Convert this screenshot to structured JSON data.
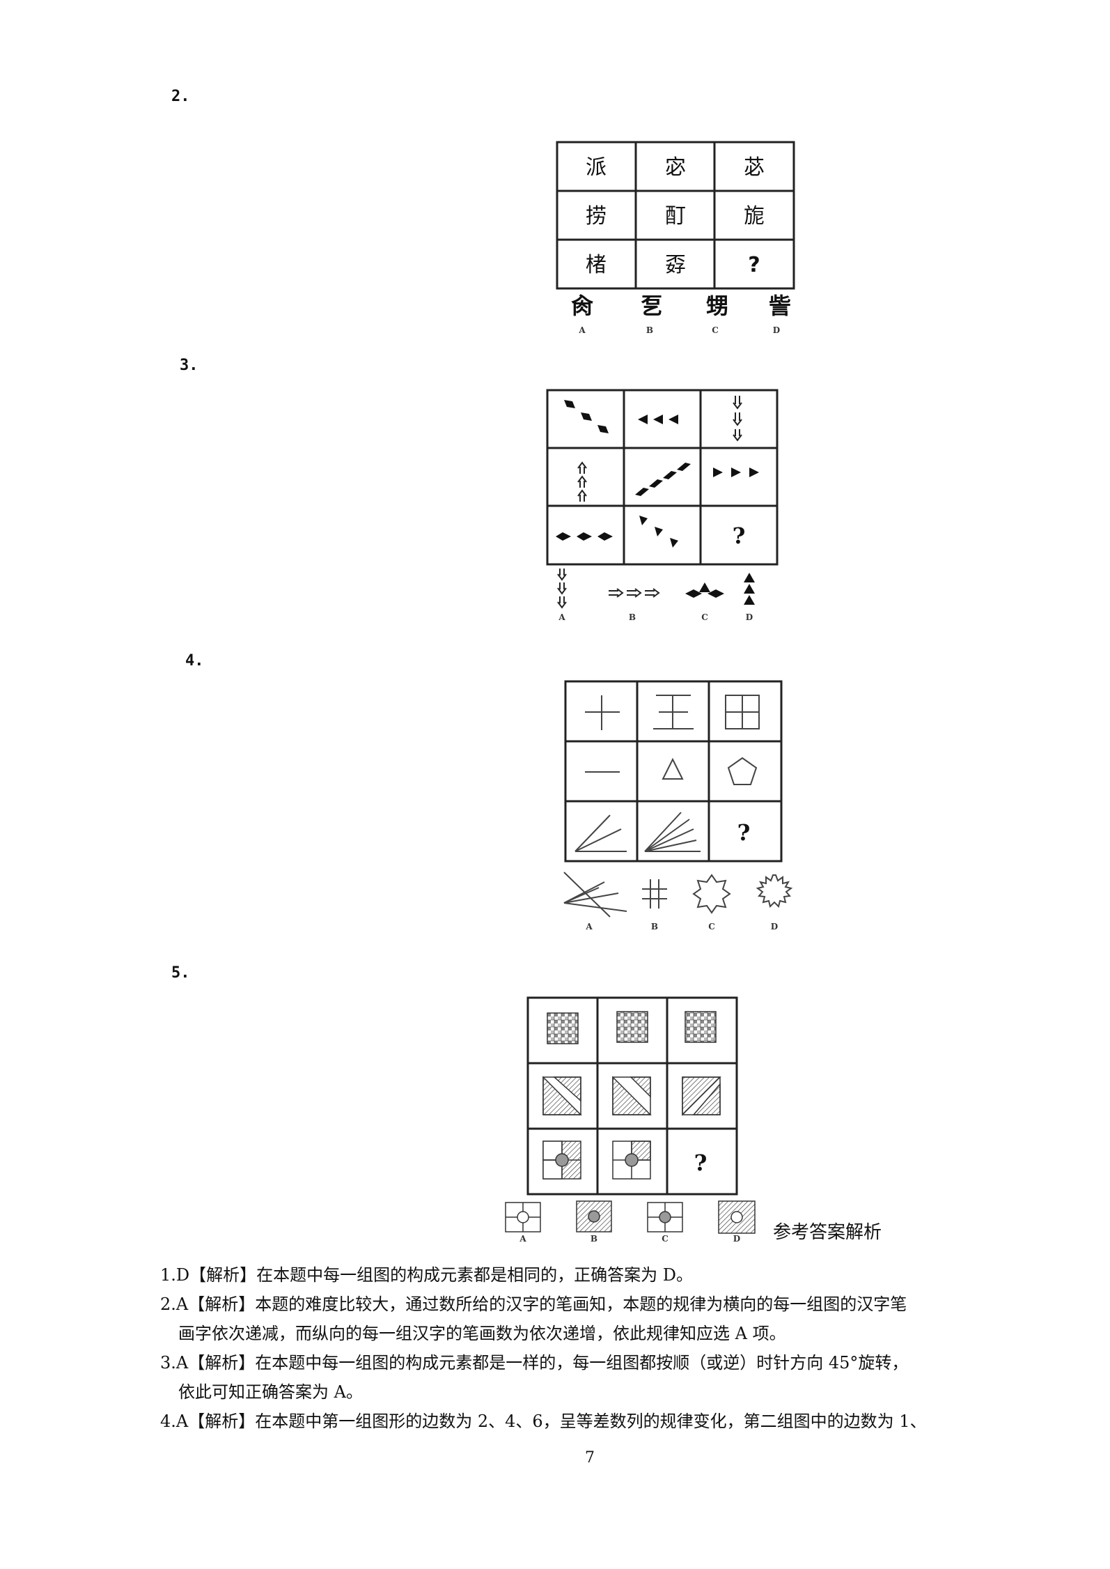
{
  "questions": {
    "q2": {
      "label": "2.",
      "grid": [
        "派",
        "宓",
        "苾",
        "捞",
        "酊",
        "旎",
        "楮",
        "孬",
        "?"
      ],
      "options": [
        "肏",
        "乭",
        "甥",
        "訾"
      ],
      "option_letters": [
        "A",
        "B",
        "C",
        "D"
      ]
    },
    "q3": {
      "label": "3.",
      "question_mark": "?",
      "option_letters": [
        "A",
        "B",
        "C",
        "D"
      ]
    },
    "q4": {
      "label": "4.",
      "question_mark": "?",
      "option_letters": [
        "A",
        "B",
        "C",
        "D"
      ]
    },
    "q5": {
      "label": "5.",
      "question_mark": "?",
      "option_letters": [
        "A",
        "B",
        "C",
        "D"
      ]
    }
  },
  "answers": {
    "heading": "参考答案解析",
    "a1": "1.D【解析】在本题中每一组图的构成元素都是相同的，正确答案为 D。",
    "a2_line1": "2.A【解析】本题的难度比较大，通过数所给的汉字的笔画知，本题的规律为横向的每一组图的汉字笔",
    "a2_line2": "画字依次递减，而纵向的每一组汉字的笔画数为依次递增，依此规律知应选 A 项。",
    "a3_line1": "3.A【解析】在本题中每一组图的构成元素都是一样的，每一组图都按顺（或逆）时针方向 45°旋转，",
    "a3_line2": "依此可知正确答案为 A。",
    "a4_line1": "4.A【解析】在本题中第一组图形的边数为 2、4、6，呈等差数列的规律变化，第二组图中的边数为 1、"
  },
  "page_number": "7"
}
